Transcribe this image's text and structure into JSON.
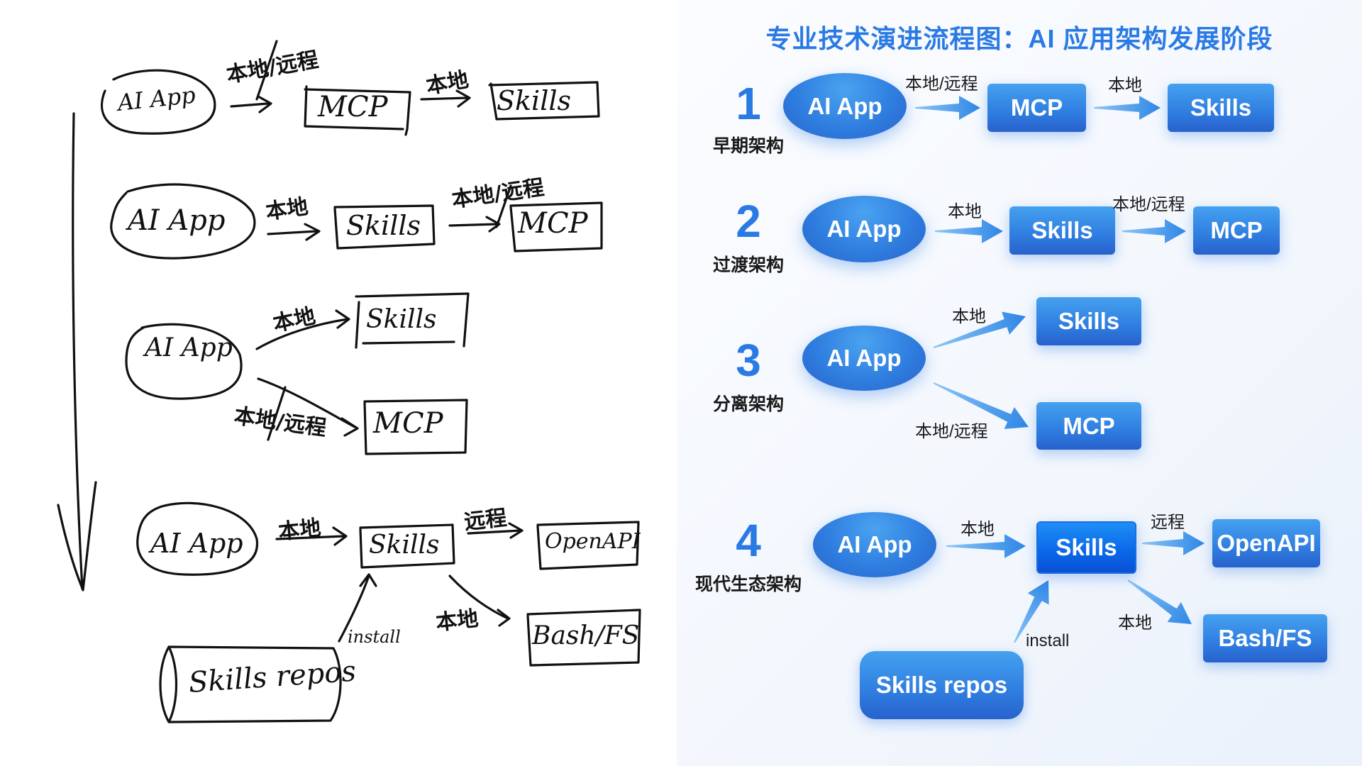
{
  "left_sketch": {
    "rows": [
      {
        "app": "AI App",
        "nodes": [
          "MCP",
          "Skills"
        ],
        "edges": [
          "本地/远程",
          "本地"
        ]
      },
      {
        "app": "AI App",
        "nodes": [
          "Skills",
          "MCP"
        ],
        "edges": [
          "本地",
          "本地/远程"
        ]
      },
      {
        "app": "AI App",
        "nodes": [
          "Skills",
          "MCP"
        ],
        "edges": [
          "本地",
          "本地/远程"
        ]
      },
      {
        "app": "AI App",
        "nodes": [
          "Skills",
          "OpenAPI",
          "Bash/FS"
        ],
        "edges": [
          "本地",
          "远程",
          "本地",
          "install"
        ],
        "repo": "Skills repos"
      }
    ]
  },
  "right_diagram": {
    "title": "专业技术演进流程图：AI 应用架构发展阶段",
    "accent_color": "#2a7ae4",
    "stages": [
      {
        "number": "1",
        "label": "早期架构",
        "app": "AI App",
        "nodes": [
          "MCP",
          "Skills"
        ],
        "edges": [
          "本地/远程",
          "本地"
        ]
      },
      {
        "number": "2",
        "label": "过渡架构",
        "app": "AI App",
        "nodes": [
          "Skills",
          "MCP"
        ],
        "edges": [
          "本地",
          "本地/远程"
        ]
      },
      {
        "number": "3",
        "label": "分离架构",
        "app": "AI App",
        "nodes": [
          "Skills",
          "MCP"
        ],
        "edges": [
          "本地",
          "本地/远程"
        ]
      },
      {
        "number": "4",
        "label": "现代生态架构",
        "app": "AI App",
        "nodes": [
          "Skills",
          "OpenAPI",
          "Bash/FS",
          "Skills repos"
        ],
        "edges": [
          "本地",
          "远程",
          "本地",
          "install"
        ]
      }
    ]
  }
}
